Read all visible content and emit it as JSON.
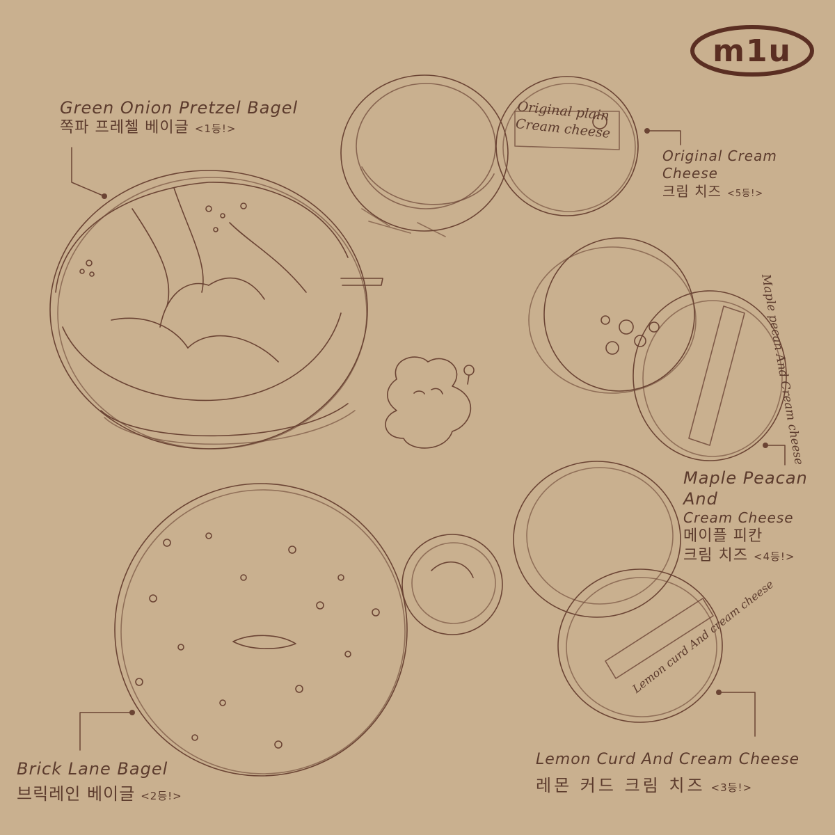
{
  "logo": {
    "text": "m1u"
  },
  "labels": {
    "green_onion": {
      "en": "Green Onion Pretzel Bagel",
      "ko": "쪽파 프레첼 베이글",
      "rank": "<1등!>"
    },
    "original_cream": {
      "en": "Original Cream Cheese",
      "ko": "크림 치즈",
      "rank": "<5등!>"
    },
    "maple": {
      "en_line1": "Maple Peacan And",
      "en_line2": "Cream Cheese",
      "ko_line1": "메이플 피칸",
      "ko_line2": "크림 치즈",
      "rank": "<4등!>"
    },
    "brick_lane": {
      "en": "Brick Lane Bagel",
      "ko": "브릭레인 베이글",
      "rank": "<2등!>"
    },
    "lemon": {
      "en": "Lemon Curd And Cream Cheese",
      "ko": "레몬 커드 크림 치즈",
      "rank": "<3등!>"
    }
  },
  "packages": {
    "original_lid_line1": "Original plain",
    "original_lid_line2": "Cream cheese",
    "maple_lid_line1": "Maple pecan",
    "maple_lid_line2": "And",
    "maple_lid_line3": "Cream cheese",
    "lemon_lid_line1": "Lemon curd",
    "lemon_lid_line2": "And cream cheese"
  },
  "colors": {
    "background": "#c9b08f",
    "ink": "#5c3b2d",
    "logo": "#5a2e22"
  }
}
